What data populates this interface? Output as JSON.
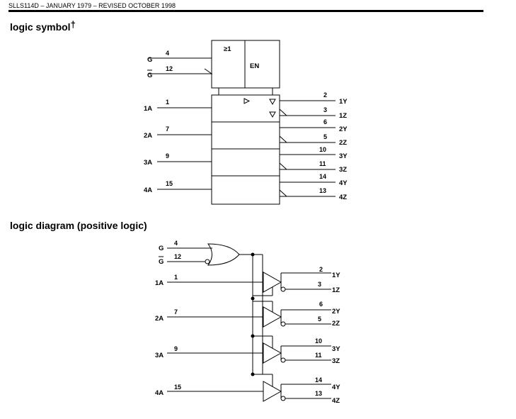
{
  "header": {
    "doc_id": "SLLS114D – JANUARY 1979 – REVISED OCTOBER 1998"
  },
  "logic_symbol": {
    "title": "logic symbol",
    "title_mark": "†",
    "enable_inputs": [
      {
        "name": "G",
        "pin": "4"
      },
      {
        "name": "G",
        "pin": "12",
        "overbar": true
      }
    ],
    "or_label": "≥1",
    "en_label": "EN",
    "channels": [
      {
        "input": "1A",
        "in_pin": "1",
        "out_y": "1Y",
        "y_pin": "2",
        "out_z": "1Z",
        "z_pin": "3"
      },
      {
        "input": "2A",
        "in_pin": "7",
        "out_y": "2Y",
        "y_pin": "6",
        "out_z": "2Z",
        "z_pin": "5"
      },
      {
        "input": "3A",
        "in_pin": "9",
        "out_y": "3Y",
        "y_pin": "10",
        "out_z": "3Z",
        "z_pin": "11"
      },
      {
        "input": "4A",
        "in_pin": "15",
        "out_y": "4Y",
        "y_pin": "14",
        "out_z": "4Z",
        "z_pin": "13"
      }
    ]
  },
  "logic_diagram": {
    "title": "logic diagram (positive logic)",
    "enable_inputs": [
      {
        "name": "G",
        "pin": "4"
      },
      {
        "name": "G",
        "pin": "12",
        "overbar": true
      }
    ],
    "channels": [
      {
        "input": "1A",
        "in_pin": "1",
        "out_y": "1Y",
        "y_pin": "2",
        "out_z": "1Z",
        "z_pin": "3"
      },
      {
        "input": "2A",
        "in_pin": "7",
        "out_y": "2Y",
        "y_pin": "6",
        "out_z": "2Z",
        "z_pin": "5"
      },
      {
        "input": "3A",
        "in_pin": "9",
        "out_y": "3Y",
        "y_pin": "10",
        "out_z": "3Z",
        "z_pin": "11"
      },
      {
        "input": "4A",
        "in_pin": "15",
        "out_y": "4Y",
        "y_pin": "14",
        "out_z": "4Z",
        "z_pin": "13"
      }
    ]
  }
}
